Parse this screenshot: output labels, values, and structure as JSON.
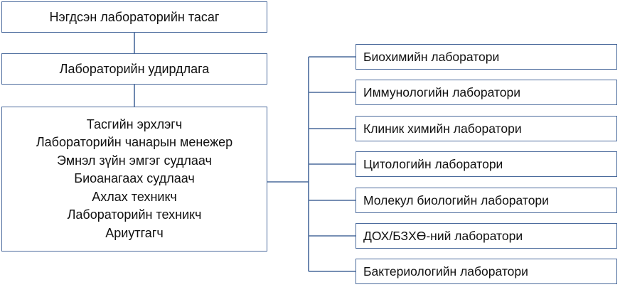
{
  "org": {
    "department": "Нэгдсэн лабораторийн тасаг",
    "management": "Лабораторийн удирдлага",
    "staff": [
      "Тасгийн эрхлэгч",
      "Лабораторийн чанарын менежер",
      "Эмнэл зүйн эмгэг судлаач",
      "Биоанагаах судлаач",
      "Ахлах техникч",
      "Лабораторийн техникч",
      "Ариутгагч"
    ],
    "labs": [
      "Биохимийн лаборатори",
      "Иммунологийн лаборатори",
      "Клиник химийн лаборатори",
      "Цитологийн лаборатори",
      "Молекул биологийн лаборатори",
      "ДОХ/БЗХӨ-ний лаборатори",
      "Бактериологийн лаборатори"
    ]
  },
  "colors": {
    "border": "#4a6a9c",
    "connector": "#4a6a9c",
    "text": "#111111",
    "background": "#ffffff"
  }
}
